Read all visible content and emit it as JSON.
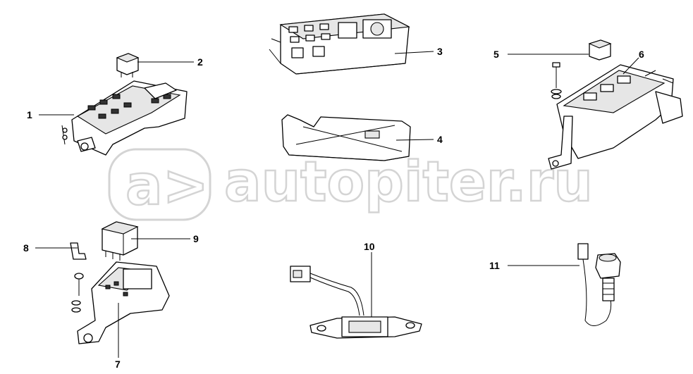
{
  "watermark": {
    "text": "autopiter.ru"
  },
  "callouts": [
    "1",
    "2",
    "3",
    "4",
    "5",
    "6",
    "7",
    "8",
    "9",
    "10",
    "11"
  ]
}
